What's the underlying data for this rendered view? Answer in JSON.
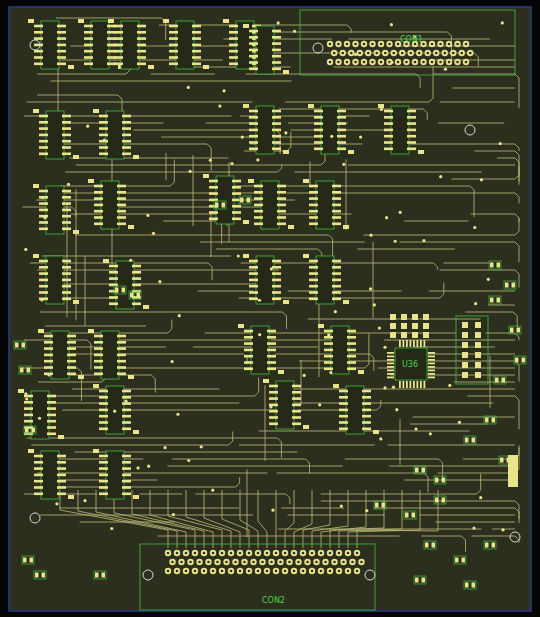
{
  "diagram": {
    "labels": [
      "CON1",
      "U36",
      "CON2"
    ]
  }
}
